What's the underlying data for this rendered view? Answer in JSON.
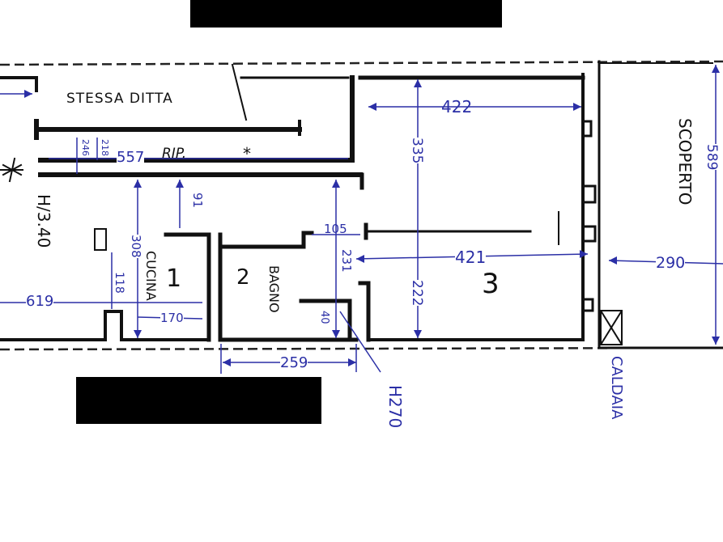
{
  "plan": {
    "neighbor_label": "STESSA DITTA",
    "storage_label": "RIP.",
    "storage_mark": "*",
    "height_label": "H/3.40",
    "kitchen_label": "CUCINA",
    "bath_label": "BAGNO",
    "courtyard_label": "SCOPERTO",
    "boiler_label": "CALDAIA",
    "ceiling_note": "H270",
    "room_marks": [
      "1",
      "2",
      "3"
    ],
    "dimensions": {
      "d422": "422",
      "d335": "335",
      "d557": "557",
      "d91": "91",
      "d105": "105",
      "d231": "231",
      "d421": "421",
      "d222": "222",
      "d290": "290",
      "d589": "589",
      "d619": "619",
      "d308": "308",
      "d118": "118",
      "d170": "170",
      "d259": "259",
      "d40": "40",
      "d246": "246",
      "d218": "218"
    },
    "ink_color": "#2b2fa6",
    "wall_color": "#111111"
  }
}
